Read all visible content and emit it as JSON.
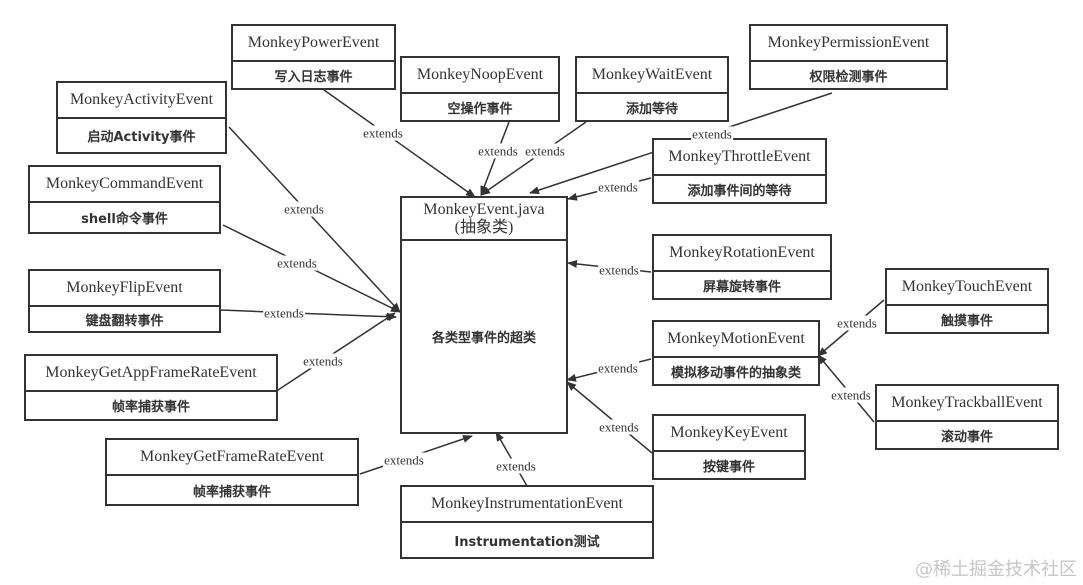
{
  "main_class": {
    "name": "MonkeyEvent.java",
    "subtitle": "(抽象类)",
    "description": "各类型事件的超类"
  },
  "classes": {
    "power": {
      "name": "MonkeyPowerEvent",
      "description": "写入日志事件"
    },
    "noop": {
      "name": "MonkeyNoopEvent",
      "description": "空操作事件"
    },
    "wait": {
      "name": "MonkeyWaitEvent",
      "description": "添加等待"
    },
    "permission": {
      "name": "MonkeyPermissionEvent",
      "description": "权限检测事件"
    },
    "activity": {
      "name": "MonkeyActivityEvent",
      "description": "启动Activity事件"
    },
    "throttle": {
      "name": "MonkeyThrottleEvent",
      "description": "添加事件间的等待"
    },
    "command": {
      "name": "MonkeyCommandEvent",
      "description": "shell命令事件"
    },
    "rotation": {
      "name": "MonkeyRotationEvent",
      "description": "屏幕旋转事件"
    },
    "touch": {
      "name": "MonkeyTouchEvent",
      "description": "触摸事件"
    },
    "flip": {
      "name": "MonkeyFlipEvent",
      "description": "键盘翻转事件"
    },
    "motion": {
      "name": "MonkeyMotionEvent",
      "description": "模拟移动事件的抽象类"
    },
    "trackball": {
      "name": "MonkeyTrackballEvent",
      "description": "滚动事件"
    },
    "getappframerate": {
      "name": "MonkeyGetAppFrameRateEvent",
      "description": "帧率捕获事件"
    },
    "key": {
      "name": "MonkeyKeyEvent",
      "description": "按键事件"
    },
    "getframerate": {
      "name": "MonkeyGetFrameRateEvent",
      "description": "帧率捕获事件"
    },
    "instrumentation": {
      "name": "MonkeyInstrumentationEvent",
      "description": "Instrumentation测试"
    }
  },
  "relations": [
    {
      "from": "power",
      "to": "main",
      "label": "extends"
    },
    {
      "from": "noop",
      "to": "main",
      "label": "extends"
    },
    {
      "from": "wait",
      "to": "main",
      "label": "extends"
    },
    {
      "from": "permission",
      "to": "main",
      "label": "extends"
    },
    {
      "from": "throttle",
      "to": "main",
      "label": "extends"
    },
    {
      "from": "activity",
      "to": "main",
      "label": "extends"
    },
    {
      "from": "command",
      "to": "main",
      "label": "extends"
    },
    {
      "from": "rotation",
      "to": "main",
      "label": "extends"
    },
    {
      "from": "flip",
      "to": "main",
      "label": "extends"
    },
    {
      "from": "getappframerate",
      "to": "main",
      "label": "extends"
    },
    {
      "from": "motion",
      "to": "main",
      "label": "extends"
    },
    {
      "from": "key",
      "to": "main",
      "label": "extends"
    },
    {
      "from": "getframerate",
      "to": "main",
      "label": "extends"
    },
    {
      "from": "instrumentation",
      "to": "main",
      "label": "extends"
    },
    {
      "from": "touch",
      "to": "motion",
      "label": "extends"
    },
    {
      "from": "trackball",
      "to": "motion",
      "label": "extends"
    }
  ],
  "watermark": "@稀土掘金技术社区"
}
